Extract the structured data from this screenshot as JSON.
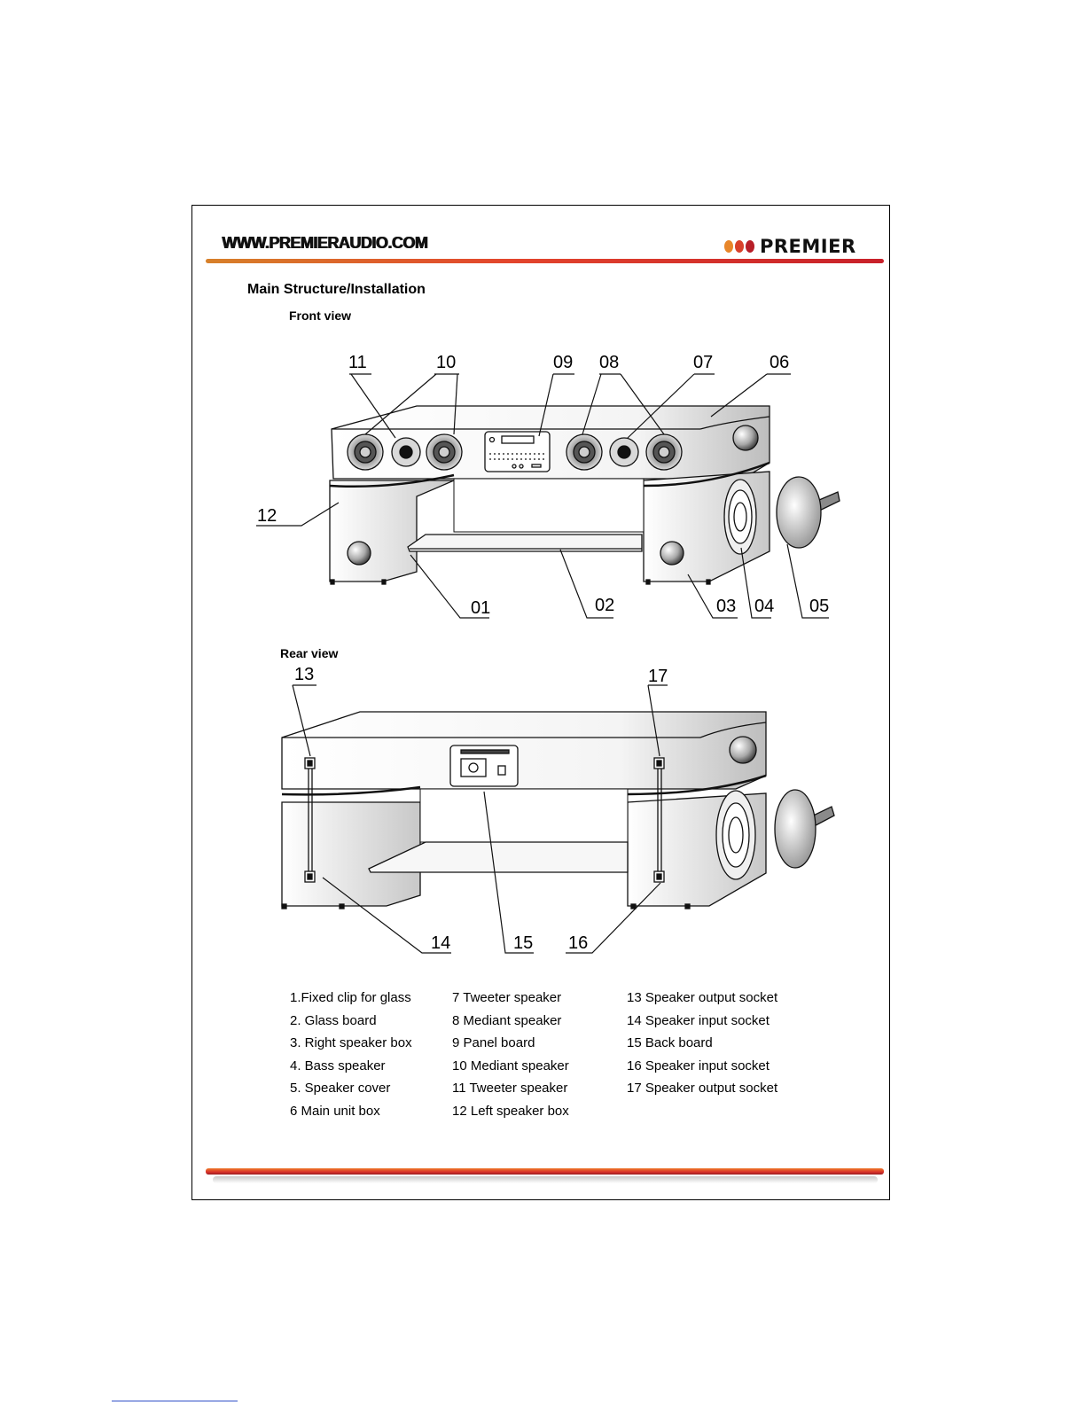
{
  "header": {
    "url": "WWW.PREMIERAUDIO.COM",
    "brand": "PREMIER",
    "brand_dot_colors": [
      "#e8862a",
      "#d9402a",
      "#b81e28"
    ]
  },
  "section_title": "Main Structure/Installation",
  "front_view": {
    "title": "Front view",
    "callouts": [
      "11",
      "10",
      "09",
      "08",
      "07",
      "06",
      "12",
      "01",
      "02",
      "03",
      "04",
      "05"
    ]
  },
  "rear_view": {
    "title": "Rear view",
    "callouts": [
      "13",
      "17",
      "14",
      "15",
      "16"
    ]
  },
  "legend": {
    "col1": [
      "1.Fixed clip for glass",
      "2. Glass board",
      "3. Right speaker box",
      "4. Bass speaker",
      "5. Speaker cover",
      "6  Main unit box"
    ],
    "col2": [
      "7 Tweeter speaker",
      "8  Mediant speaker",
      "9  Panel board",
      "10 Mediant speaker",
      "11 Tweeter speaker",
      "12 Left speaker box"
    ],
    "col3": [
      "13 Speaker output socket",
      "14 Speaker input socket",
      "15 Back board",
      "16 Speaker input socket",
      "17 Speaker output socket"
    ]
  }
}
